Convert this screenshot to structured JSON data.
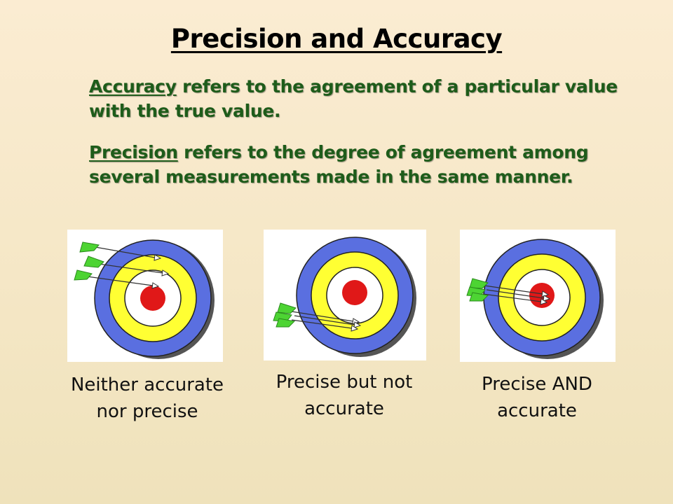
{
  "slide": {
    "title": "Precision and Accuracy",
    "accuracy_term": "Accuracy",
    "accuracy_text": " refers to the agreement of a particular value with the true value.",
    "precision_term": "Precision",
    "precision_text": " refers to the degree of  agreement among several measurements made in the same manner."
  },
  "targets": [
    {
      "caption": "Neither accurate nor precise",
      "icon": "target-arrows-scattered-icon"
    },
    {
      "caption": "Precise but not accurate",
      "icon": "target-arrows-clustered-off-center-icon"
    },
    {
      "caption": "Precise AND accurate",
      "icon": "target-arrows-bullseye-icon"
    }
  ],
  "colors": {
    "definition_text": "#1e5c1a",
    "ring_blue": "#5a6fe0",
    "ring_yellow": "#ffff33",
    "bullseye_red": "#e01818",
    "fletching_green": "#4dd433"
  }
}
